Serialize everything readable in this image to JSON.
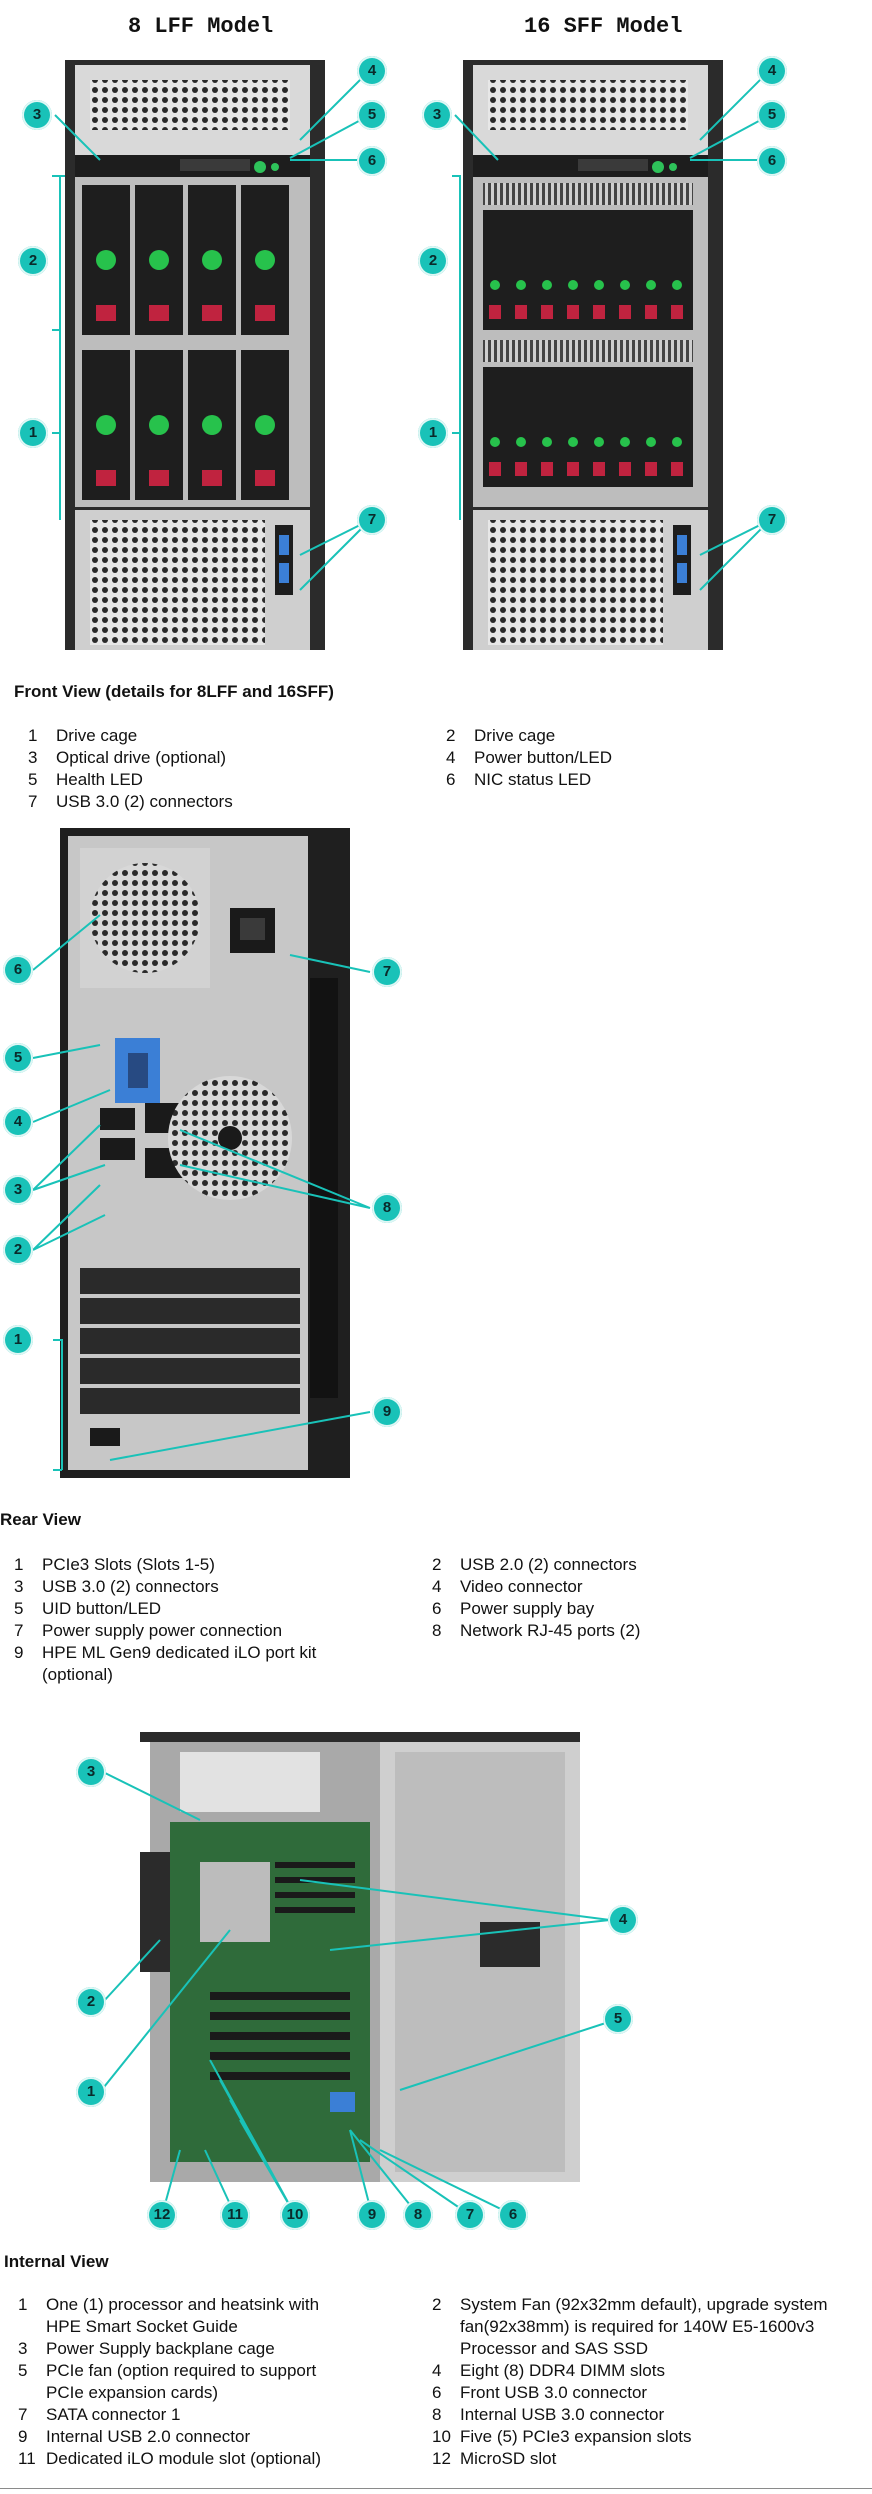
{
  "front": {
    "models": [
      "8 LFF Model",
      "16 SFF Model"
    ],
    "title": "Front View (details for 8LFF and 16SFF)",
    "legend_left": [
      {
        "num": "1",
        "text": "Drive cage"
      },
      {
        "num": "3",
        "text": "Optical drive (optional)"
      },
      {
        "num": "5",
        "text": "Health LED"
      },
      {
        "num": "7",
        "text": "USB 3.0 (2) connectors"
      }
    ],
    "legend_right": [
      {
        "num": "2",
        "text": "Drive cage"
      },
      {
        "num": "4",
        "text": "Power button/LED"
      },
      {
        "num": "6",
        "text": "NIC status LED"
      }
    ]
  },
  "rear": {
    "title": "Rear View",
    "legend_left": [
      {
        "num": "1",
        "text": "PCIe3 Slots (Slots 1-5)"
      },
      {
        "num": "3",
        "text": "USB 3.0 (2) connectors"
      },
      {
        "num": "5",
        "text": "UID button/LED"
      },
      {
        "num": "7",
        "text": "Power supply power connection"
      },
      {
        "num": "9",
        "text": "HPE ML Gen9 dedicated iLO port kit (optional)"
      }
    ],
    "legend_right": [
      {
        "num": "2",
        "text": "USB 2.0 (2) connectors"
      },
      {
        "num": "4",
        "text": "Video connector"
      },
      {
        "num": "6",
        "text": "Power supply bay"
      },
      {
        "num": "8",
        "text": "Network RJ-45 ports (2)"
      }
    ]
  },
  "internal": {
    "title": "Internal View",
    "legend_left": [
      {
        "num": "1",
        "text": "One (1) processor and heatsink with HPE Smart Socket Guide"
      },
      {
        "num": "3",
        "text": "Power Supply backplane cage"
      },
      {
        "num": "5",
        "text": "PCIe fan (option required to support PCIe expansion cards)"
      },
      {
        "num": "7",
        "text": "SATA connector 1"
      },
      {
        "num": "9",
        "text": "Internal USB 2.0 connector"
      },
      {
        "num": "11",
        "text": "Dedicated iLO module slot (optional)"
      }
    ],
    "legend_right": [
      {
        "num": "2",
        "text": "System Fan (92x32mm default), upgrade system fan(92x38mm) is required for 140W E5-1600v3 Processor and SAS SSD"
      },
      {
        "num": "4",
        "text": "Eight (8) DDR4 DIMM slots"
      },
      {
        "num": "6",
        "text": "Front USB 3.0 connector"
      },
      {
        "num": "8",
        "text": "Internal USB 3.0 connector"
      },
      {
        "num": "10",
        "text": "Five (5) PCIe3 expansion slots"
      },
      {
        "num": "12",
        "text": "MicroSD slot"
      }
    ]
  },
  "callouts": {
    "front_lff": [
      "1",
      "2",
      "3",
      "4",
      "5",
      "6",
      "7"
    ],
    "front_sff": [
      "1",
      "2",
      "3",
      "4",
      "5",
      "6",
      "7"
    ],
    "rear": [
      "1",
      "2",
      "3",
      "4",
      "5",
      "6",
      "7",
      "8",
      "9"
    ],
    "internal": [
      "1",
      "2",
      "3",
      "4",
      "5",
      "6",
      "7",
      "8",
      "9",
      "10",
      "11",
      "12"
    ]
  },
  "colors": {
    "callout": "#19c2b8",
    "chassis": "#2b2b2b",
    "panel": "#cfcfcf",
    "drive_green": "#27c24c",
    "drive_red": "#c0233f",
    "video_blue": "#3b7fd6"
  }
}
